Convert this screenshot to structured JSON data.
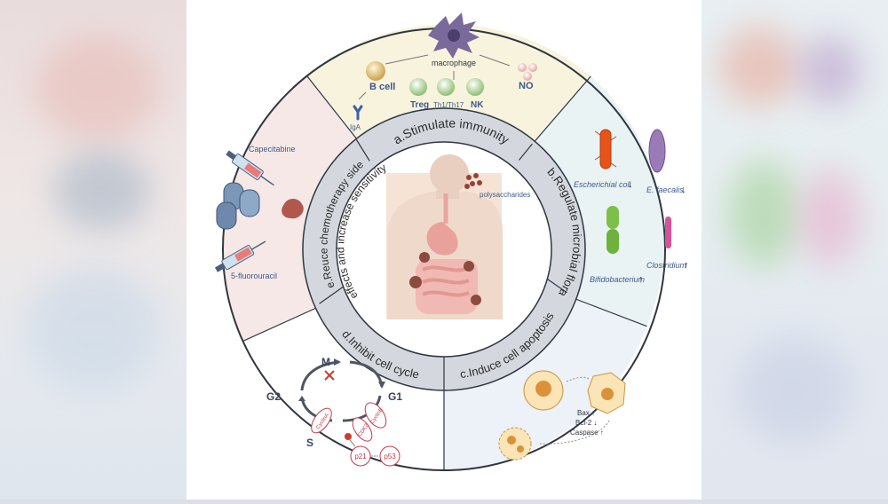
{
  "sectors": {
    "a": {
      "title": "a.Stimulate immunity",
      "color": "#f8f3dd"
    },
    "b": {
      "title": "b.Regulate microbial flora",
      "color": "#eaf3f4"
    },
    "c": {
      "title": "c.Induce cell apoptosis",
      "color": "#edf1f8"
    },
    "d": {
      "title": "d.Inhibit cell cycle",
      "color": "#ffffff"
    },
    "e": {
      "title_line1": "e.Reuce chemotherapy side",
      "title_line2": "effects and increase sensitivity",
      "color": "#f6e8e6"
    }
  },
  "center": {
    "label": "polysaccharides"
  },
  "immunity": {
    "macrophage": "macrophage",
    "bcell": "B cell",
    "iga": "IgA",
    "treg": "Treg",
    "th": "Th1/Th17",
    "nk": "NK",
    "no": "NO"
  },
  "flora": {
    "ecoli": "Escherichial coli",
    "ecoli_arrow": "↓",
    "faecalis": "E. faecalis",
    "faecalis_arrow": "↓",
    "bifido": "Bifidobacterium",
    "bifido_arrow": "↑",
    "clostridium": "Clostridium",
    "clostridium_arrow": "↑"
  },
  "apoptosis": {
    "bax": "Bax ↑",
    "bcl2": "Bcl-2 ↓",
    "caspase": "Caspase ↑"
  },
  "cycle": {
    "m": "M",
    "g1": "G1",
    "g2": "G2",
    "s": "S",
    "cyclinE": "CyclinE",
    "cdk2": "CDK2",
    "cyclinA": "CyclinA",
    "p21": "p21",
    "p53": "p53"
  },
  "chemo": {
    "capecitabine": "Capecitabine",
    "fluorouracil": "5-fluorouracil"
  }
}
